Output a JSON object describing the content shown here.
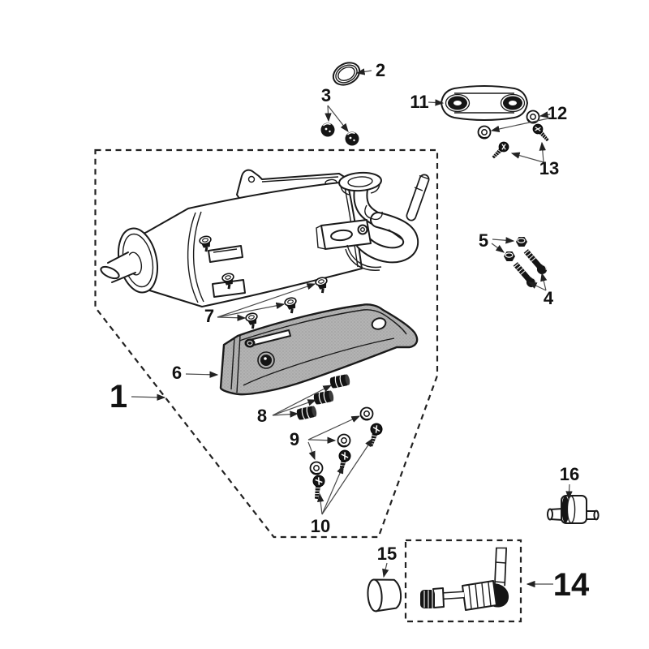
{
  "diagram": {
    "kind": "exploded-parts-diagram",
    "subject_icon": "exhaust-muffler-assembly",
    "background_color": "#ffffff",
    "line_color": "#1a1a1a",
    "heat_shield_color": "#b3b3b3",
    "label_color": "#121212"
  },
  "parts": [
    {
      "label": "1",
      "name": "exhaust-assembly-group"
    },
    {
      "label": "2",
      "name": "gasket-ring"
    },
    {
      "label": "3",
      "name": "flange-nuts"
    },
    {
      "label": "4",
      "name": "long-bolts"
    },
    {
      "label": "5",
      "name": "nuts"
    },
    {
      "label": "6",
      "name": "heat-shield"
    },
    {
      "label": "7",
      "name": "shield-bolts"
    },
    {
      "label": "8",
      "name": "spacer-bushes"
    },
    {
      "label": "9",
      "name": "washers"
    },
    {
      "label": "10",
      "name": "screws"
    },
    {
      "label": "11",
      "name": "mounting-plate"
    },
    {
      "label": "12",
      "name": "washers"
    },
    {
      "label": "13",
      "name": "screws"
    },
    {
      "label": "14",
      "name": "secondary-air-valve-group"
    },
    {
      "label": "15",
      "name": "rubber-sleeve"
    },
    {
      "label": "16",
      "name": "rubber-damper"
    }
  ]
}
